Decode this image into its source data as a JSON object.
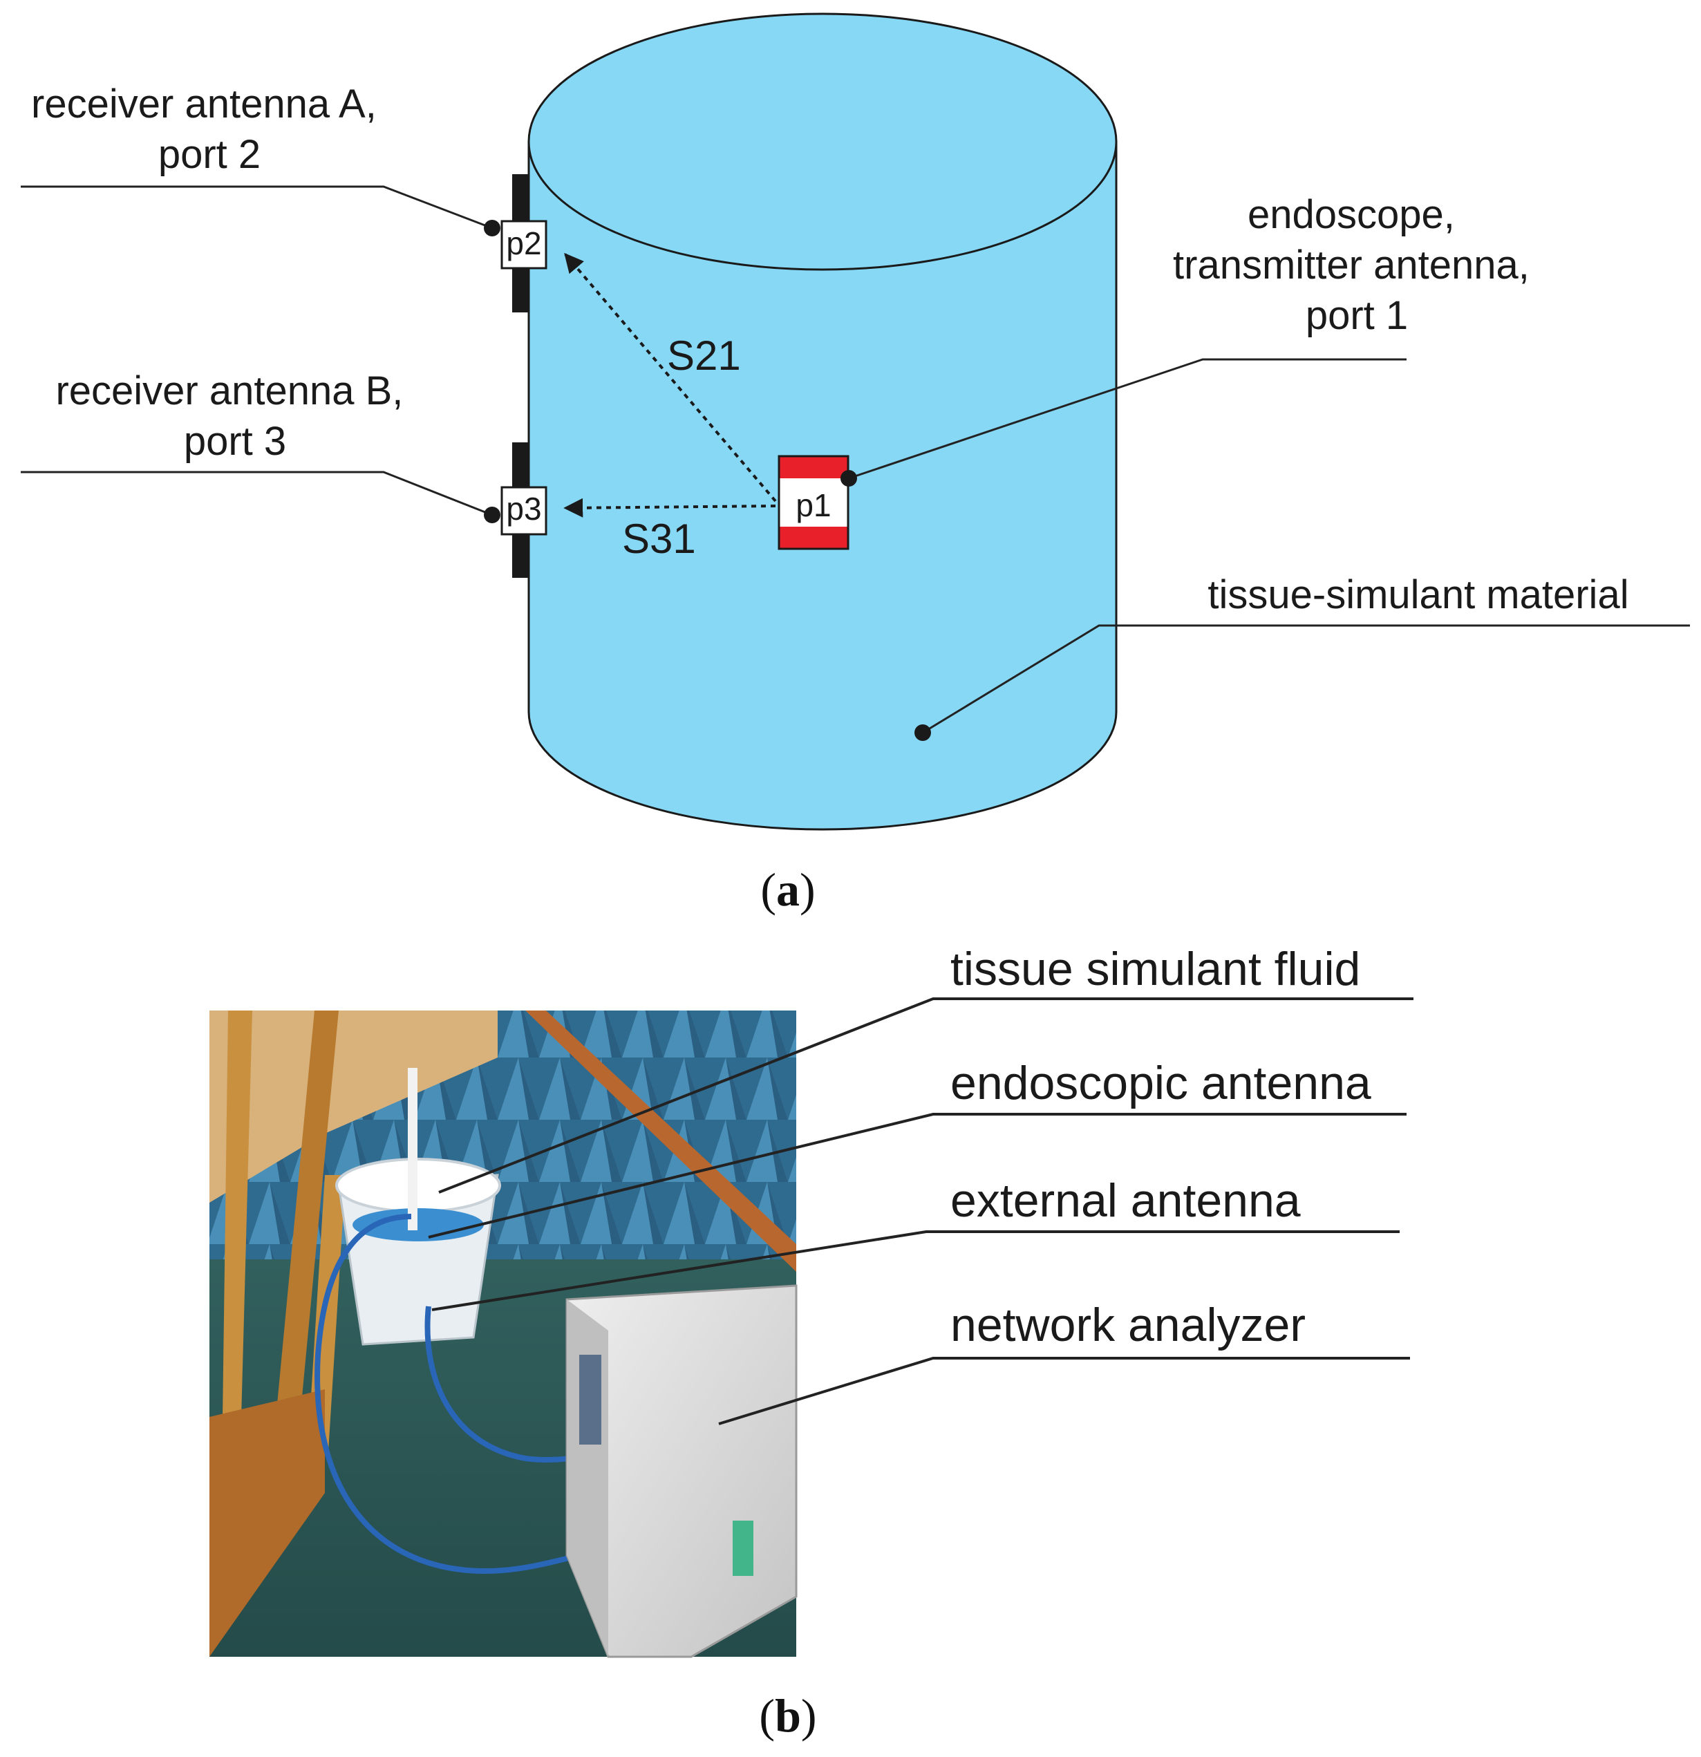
{
  "panel_a": {
    "label_open": "(",
    "label_letter": "a",
    "label_close": ")",
    "receiver_a": [
      "receiver antenna A,",
      "port 2"
    ],
    "receiver_b": [
      "receiver antenna B,",
      "port 3"
    ],
    "transmitter": [
      "endoscope,",
      "transmitter antenna,",
      "port 1"
    ],
    "material": "tissue-simulant material",
    "port_p1": "p1",
    "port_p2": "p2",
    "port_p3": "p3",
    "s21": "S21",
    "s31": "S31",
    "colors": {
      "cylinder": "#87d8f5",
      "antenna_band": "#e8202a",
      "outline": "#1a1a1a"
    }
  },
  "panel_b": {
    "label_open": "(",
    "label_letter": "b",
    "label_close": ")",
    "callouts": [
      "tissue simulant fluid",
      "endoscopic antenna",
      "external antenna",
      "network analyzer"
    ],
    "colors": {
      "absorber": "#3f7fa6",
      "floor": "#2f5f5c",
      "wood": "#c9903f",
      "cable": "#2a66b8",
      "analyzer": "#dcdcdc"
    }
  }
}
